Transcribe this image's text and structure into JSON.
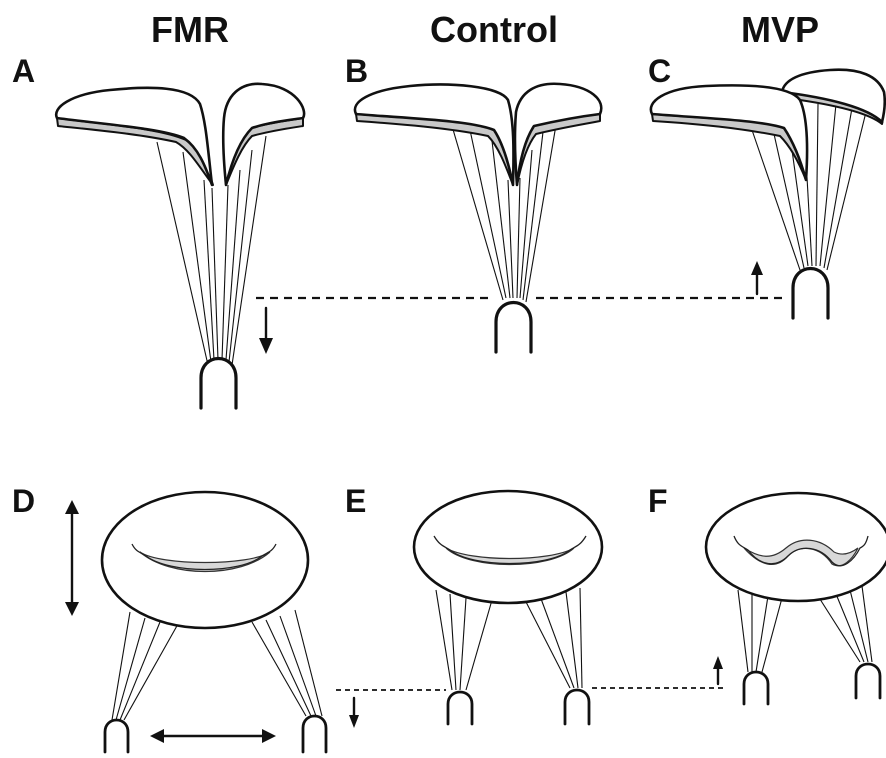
{
  "columns": {
    "fmr": "FMR",
    "control": "Control",
    "mvp": "MVP"
  },
  "panels": {
    "a": "A",
    "b": "B",
    "c": "C",
    "d": "D",
    "e": "E",
    "f": "F"
  }
}
